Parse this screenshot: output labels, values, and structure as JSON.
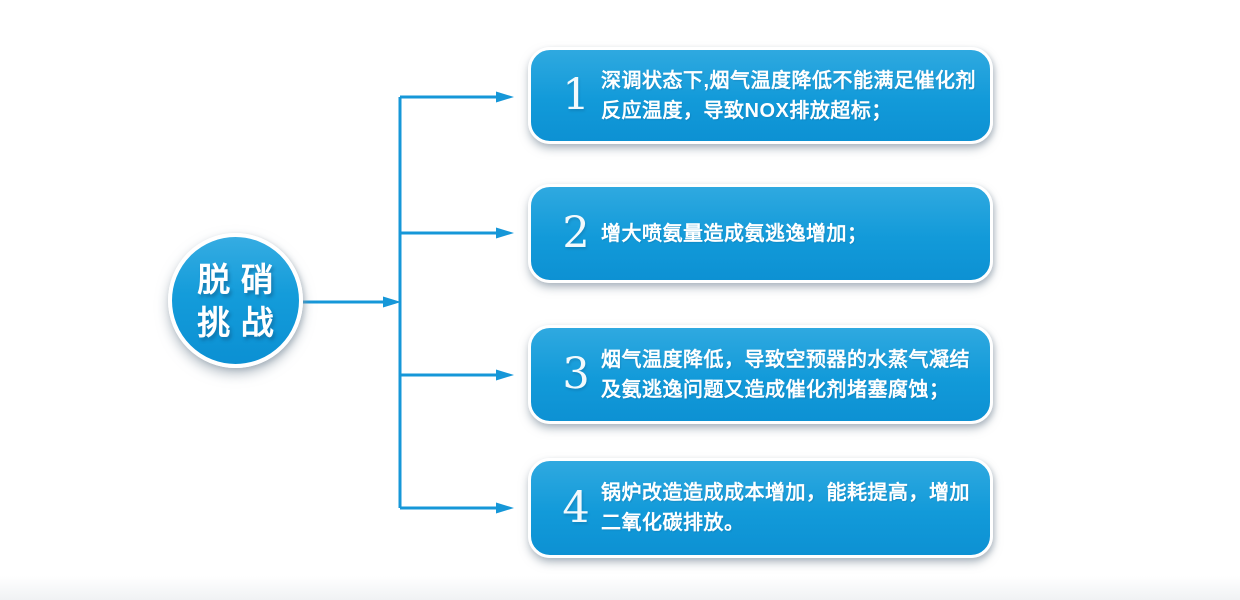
{
  "colors": {
    "accent_blue": "#1697d8",
    "card_gradient_top": "#2fa9e0",
    "card_gradient_bottom": "#0d91d3",
    "border_white": "#ffffff",
    "text_white": "#ffffff"
  },
  "hub": {
    "line1": "脱硝",
    "line2": "挑战"
  },
  "challenges": [
    {
      "number": "1",
      "lines": [
        "深调状态下,烟气温度降低不能满足催化剂",
        "反应温度，导致NOX排放超标；"
      ]
    },
    {
      "number": "2",
      "lines": [
        "增大喷氨量造成氨逃逸增加；"
      ]
    },
    {
      "number": "3",
      "lines": [
        "烟气温度降低，导致空预器的水蒸气凝结",
        "及氨逃逸问题又造成催化剂堵塞腐蚀；"
      ]
    },
    {
      "number": "4",
      "lines": [
        "锅炉改造造成成本增加，能耗提高，增加",
        "二氧化碳排放。"
      ]
    }
  ]
}
